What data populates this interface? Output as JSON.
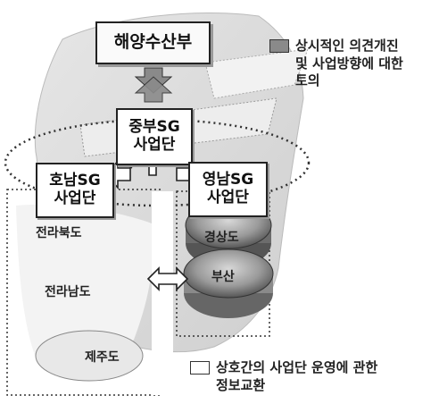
{
  "title_box": "해양수산부",
  "central": {
    "line1": "중부SG",
    "line2": "사업단"
  },
  "honam": {
    "line1": "호남SG",
    "line2": "사업단"
  },
  "yeongnam": {
    "line1": "영남SG",
    "line2": "사업단"
  },
  "regions": {
    "jeonbuk": "전라북도",
    "jeonnam": "전라남도",
    "jeju": "제주도",
    "gyeongsang": "경상도",
    "busan": "부산"
  },
  "legend": {
    "gray": {
      "line1": "상시적인 의견개진",
      "line2": "및 사업방향에 대한",
      "line3": "토의",
      "color": "#8a8a8a"
    },
    "white": {
      "line1": "상호간의 사업단 운영에 관한",
      "line2": "정보교환",
      "color": "#ffffff"
    }
  }
}
